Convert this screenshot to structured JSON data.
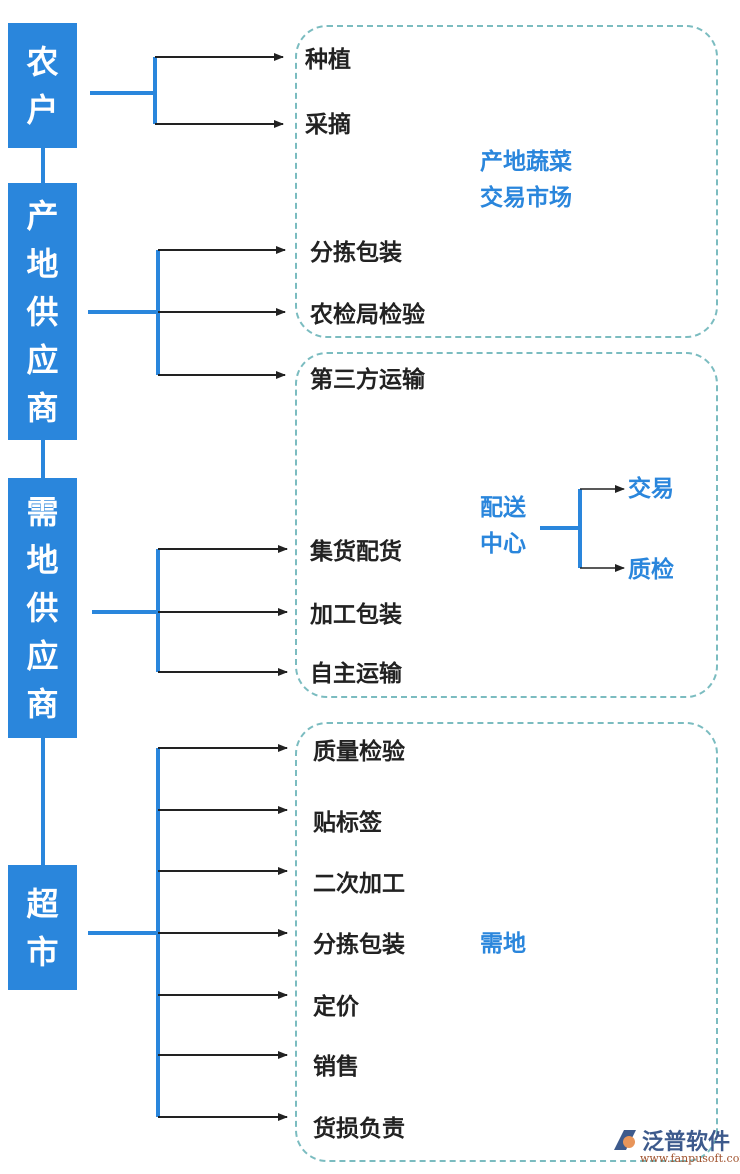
{
  "actors": [
    {
      "label": [
        "农",
        "户"
      ]
    },
    {
      "label": [
        "产",
        "地",
        "供",
        "应",
        "商"
      ]
    },
    {
      "label": [
        "需",
        "地",
        "供",
        "应",
        "商"
      ]
    },
    {
      "label": [
        "超",
        "市"
      ]
    }
  ],
  "steps": {
    "farmer": [
      "种植",
      "采摘"
    ],
    "origin_supplier": [
      "分拣包装",
      "农检局检验",
      "第三方运输"
    ],
    "demand_supplier": [
      "集货配货",
      "加工包装",
      "自主运输"
    ],
    "supermarket": [
      "质量检验",
      "贴标签",
      "二次加工",
      "分拣包装",
      "定价",
      "销售",
      "货损负责"
    ]
  },
  "zones": {
    "origin_market": [
      "产地蔬菜",
      "交易市场"
    ],
    "distribution_center": [
      "配送",
      "中心"
    ],
    "distribution_branches": [
      "交易",
      "质检"
    ],
    "demand": "需地"
  },
  "watermark": {
    "brand": "泛普软件",
    "url": "www.fanpusoft.com"
  },
  "colors": {
    "accent": "#2a86dc",
    "zone_border": "#7bbcc0",
    "arrow": "#222222"
  }
}
